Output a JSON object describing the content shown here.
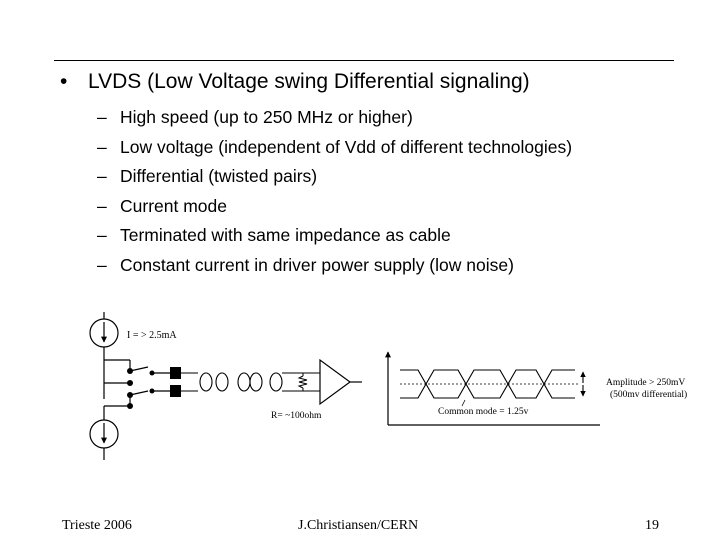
{
  "bullet": {
    "marker": "•",
    "text": "LVDS (Low Voltage swing Differential signaling)"
  },
  "sub_bullets": [
    {
      "marker": "–",
      "text": "High speed (up to 250 MHz or higher)"
    },
    {
      "marker": "–",
      "text": "Low voltage (independent of Vdd of different technologies)"
    },
    {
      "marker": "–",
      "text": "Differential (twisted pairs)"
    },
    {
      "marker": "–",
      "text": "Current mode"
    },
    {
      "marker": "–",
      "text": "Terminated with same impedance as cable"
    },
    {
      "marker": "–",
      "text": "Constant current in driver power supply (low noise)"
    }
  ],
  "diagram": {
    "current_label": "I = > 2.5mA",
    "resistor_label": "R= ~100ohm",
    "amplitude_label_1": "Amplitude > 250mV",
    "amplitude_label_2": "(500mv differential)",
    "common_mode_label": "Common mode = 1.25v"
  },
  "footer": {
    "left": "Trieste 2006",
    "center": "J.Christiansen/CERN",
    "page": "19"
  }
}
